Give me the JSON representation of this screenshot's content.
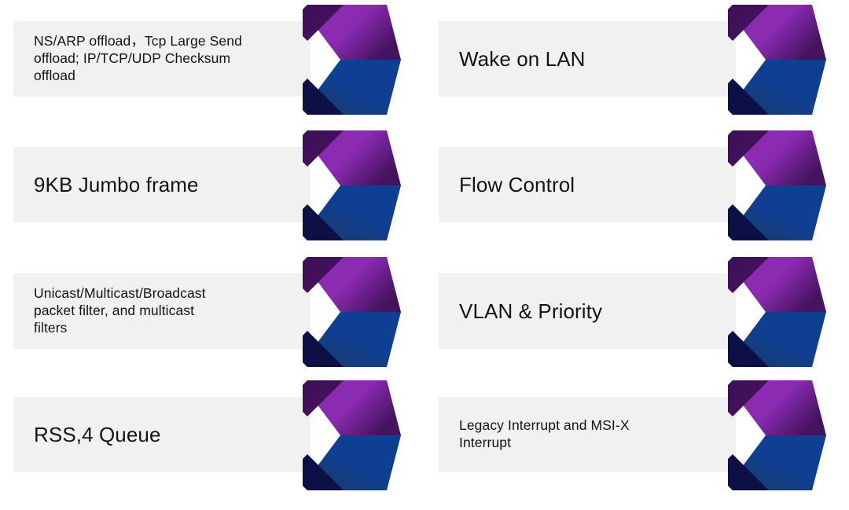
{
  "slide": {
    "background_color": "#ffffff",
    "plate_color": "#f1f1f1",
    "text_color": "#141414",
    "chevron_colors": {
      "purple_light": "#8a2bb2",
      "purple_dark": "#46135f",
      "purple_shadow": "#3d0f56",
      "blue_light": "#0f3f92",
      "blue_dark": "#1b3a6b",
      "blue_shadow": "#0d1044"
    },
    "columns": 2,
    "rows": 4
  },
  "features": [
    {
      "id": "offload",
      "column": 0,
      "row": 0,
      "size": "sm",
      "label": "NS/ARP offload，Tcp Large Send\noffload; IP/TCP/UDP Checksum\noffload",
      "icon": "chevron-arrow-icon"
    },
    {
      "id": "wake-on-lan",
      "column": 1,
      "row": 0,
      "size": "lg",
      "label": "Wake on LAN",
      "icon": "chevron-arrow-icon"
    },
    {
      "id": "jumbo-frame",
      "column": 0,
      "row": 1,
      "size": "lg",
      "label": "9KB Jumbo frame",
      "icon": "chevron-arrow-icon"
    },
    {
      "id": "flow-control",
      "column": 1,
      "row": 1,
      "size": "lg",
      "label": "Flow Control",
      "icon": "chevron-arrow-icon"
    },
    {
      "id": "packet-filter",
      "column": 0,
      "row": 2,
      "size": "sm",
      "label": "Unicast/Multicast/Broadcast\npacket filter, and multicast\nfilters",
      "icon": "chevron-arrow-icon"
    },
    {
      "id": "vlan-priority",
      "column": 1,
      "row": 2,
      "size": "lg",
      "label": "VLAN & Priority",
      "icon": "chevron-arrow-icon"
    },
    {
      "id": "rss-queue",
      "column": 0,
      "row": 3,
      "size": "lg",
      "label": "RSS,4 Queue",
      "icon": "chevron-arrow-icon"
    },
    {
      "id": "interrupts",
      "column": 1,
      "row": 3,
      "size": "sm",
      "label": "Legacy Interrupt and MSI-X\nInterrupt",
      "icon": "chevron-arrow-icon"
    }
  ],
  "layout": {
    "column_x": [
      17,
      558
    ],
    "row_y": [
      6,
      166,
      327,
      484
    ],
    "plate_width": 378,
    "plate_height": 96,
    "chevron_width": 125,
    "chevron_height": 140
  }
}
